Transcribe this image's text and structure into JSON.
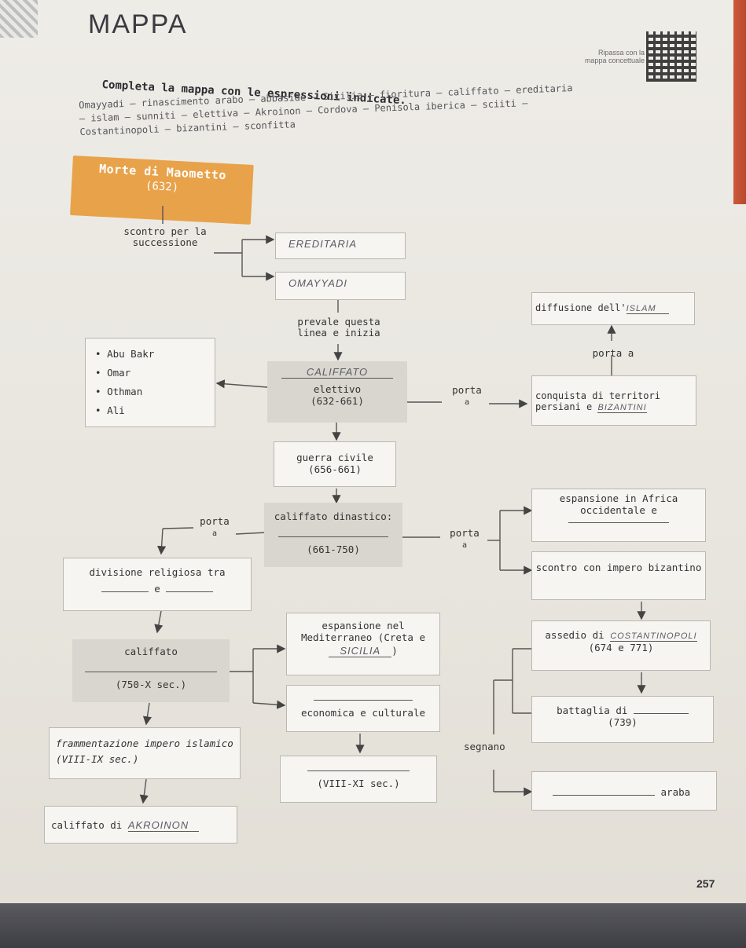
{
  "header": {
    "title": "MAPPA",
    "qr_note": "Ripassa con la mappa concettuale",
    "instruction": "Completa la mappa con le espressioni indicate.",
    "word_bank": "Omayyadi – rinascimento arabo – abbaside – Sicilia – fioritura – califfato – ereditaria – islam – sunniti – elettiva – Akroinon – Cordova – Penisola iberica – sciiti – Costantinopoli – bizantini – sconfitta"
  },
  "map": {
    "start": {
      "title": "Morte di Maometto",
      "year": "(632)"
    },
    "succession": {
      "label": "scontro per la successione",
      "answer1": "EREDITARIA",
      "answer2": "OMAYYADI"
    },
    "prevale": "prevale questa linea e inizia",
    "caliphs": [
      "Abu Bakr",
      "Omar",
      "Othman",
      "Ali"
    ],
    "elective": {
      "answer": "CALIFFATO",
      "label": "elettivo",
      "years": "(632-661)"
    },
    "porta_a": "porta a",
    "porta_a_short": "porta",
    "a_short": "a",
    "conquest": {
      "text": "conquista di territori persiani e",
      "answer": "BIZANTINI"
    },
    "diffusion": {
      "text": "diffusione dell'",
      "answer": "ISLAM"
    },
    "civil_war": {
      "label": "guerra civile",
      "years": "(656-661)"
    },
    "dynastic": {
      "label": "califfato dinastico:",
      "years": "(661-750)"
    },
    "porta_left": "porta",
    "a_left": "a",
    "porta_right": "porta",
    "a_right": "a",
    "africa": "espansione in Africa occidentale e",
    "byzantine": "scontro con impero bizantino",
    "division": {
      "label": "divisione religiosa tra",
      "conj": "e"
    },
    "caliphate750": {
      "label": "califfato",
      "years": "(750-X sec.)"
    },
    "mediterranean": {
      "text": "espansione nel Mediterraneo (Creta e",
      "answer": "SICILIA",
      "close": ")"
    },
    "economic": "economica e culturale",
    "centuries": "(VIII-XI sec.)",
    "siege": {
      "text": "assedio di",
      "answer": "COSTANTINOPOLI",
      "years": "(674 e 771)"
    },
    "battle": {
      "text": "battaglia di",
      "years": "(739)"
    },
    "segnano": "segnano",
    "araba": "araba",
    "fragmentation": "frammentazione impero islamico (VIII-IX sec.)",
    "cordoba": {
      "text": "califfato di",
      "answer": "AKROINON"
    }
  },
  "page_number": "257"
}
